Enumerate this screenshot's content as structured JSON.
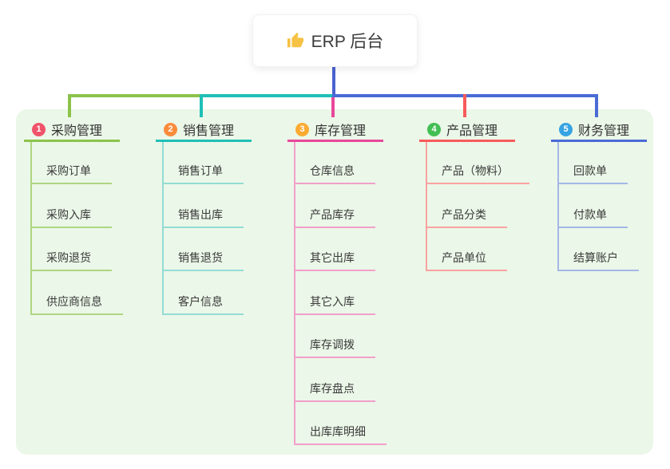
{
  "root": {
    "label": "ERP 后台",
    "icon": "thumbs-up-icon"
  },
  "colors": {
    "canvas_bg": "#ffffff",
    "panel_bg": "#ebf7e8",
    "root_connector": "#4a63cf",
    "thumb_icon": "#f6c244",
    "title_text": "#333333",
    "child_text": "#3a3a3a"
  },
  "branches": [
    {
      "index": "1",
      "label": "采购管理",
      "badge_color": "#f0536a",
      "line_color": "#8bc34a",
      "child_line_color": "#aed581",
      "children": [
        "采购订单",
        "采购入库",
        "采购退货",
        "供应商信息"
      ]
    },
    {
      "index": "2",
      "label": "销售管理",
      "badge_color": "#fb8c3c",
      "line_color": "#1fc0b7",
      "child_line_color": "#93dcd5",
      "children": [
        "销售订单",
        "销售出库",
        "销售退货",
        "客户信息"
      ]
    },
    {
      "index": "3",
      "label": "库存管理",
      "badge_color": "#fbab32",
      "line_color": "#e8489a",
      "child_line_color": "#f19fcb",
      "children": [
        "仓库信息",
        "产品库存",
        "其它出库",
        "其它入库",
        "库存调拨",
        "库存盘点",
        "出库库明细"
      ]
    },
    {
      "index": "4",
      "label": "产品管理",
      "badge_color": "#42bf53",
      "line_color": "#f75b5b",
      "child_line_color": "#f9a3a1",
      "children": [
        "产品（物料）",
        "产品分类",
        "产品单位"
      ]
    },
    {
      "index": "5",
      "label": "财务管理",
      "badge_color": "#36a3e2",
      "line_color": "#4a6bd6",
      "child_line_color": "#a3b8e8",
      "children": [
        "回款单",
        "付款单",
        "结算账户"
      ]
    }
  ]
}
